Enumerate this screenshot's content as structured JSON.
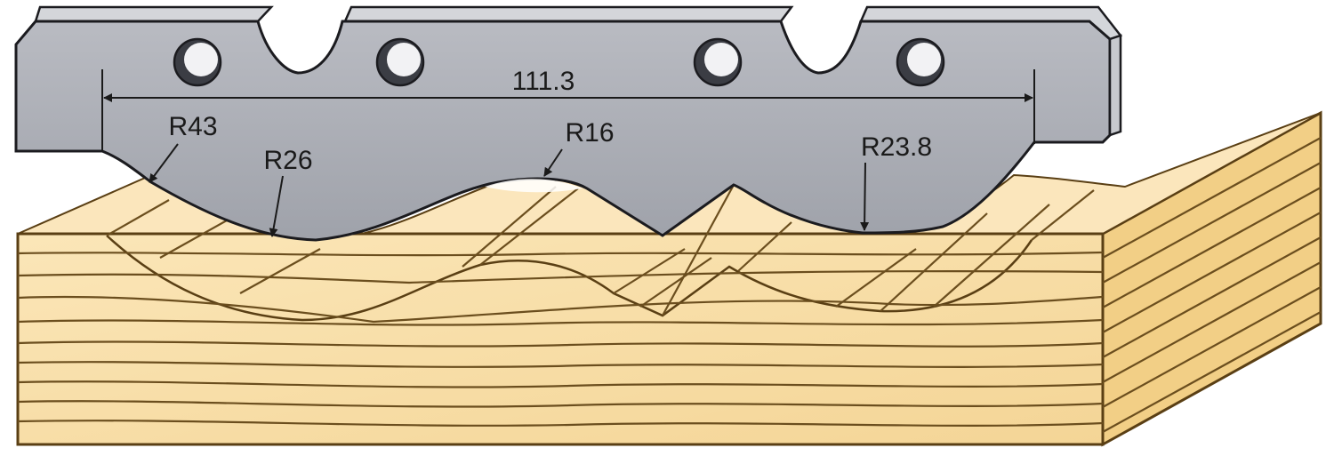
{
  "dimensions": {
    "overall_width": "111.3",
    "radius_left_outer": "R43",
    "radius_left_inner": "R26",
    "radius_center": "R16",
    "radius_right": "R23.8"
  },
  "colors": {
    "wood_face": "#f7dca0",
    "wood_light": "#fbe8bd",
    "wood_end": "#f2cf86",
    "wood_line": "#6b4e1e",
    "knife_body": "#a9abb3",
    "knife_top": "#d4d6da",
    "knife_edge": "#1b1b1f",
    "dimension_line": "#1a1a1a"
  }
}
